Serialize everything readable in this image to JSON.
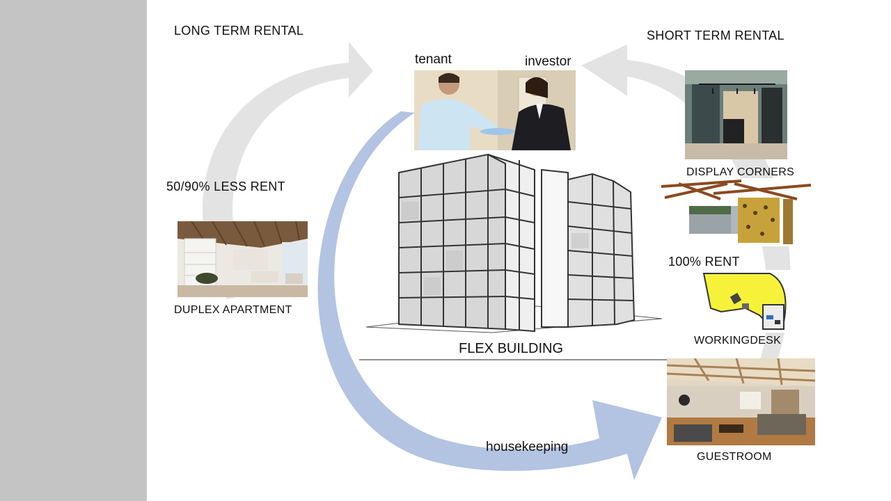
{
  "labels": {
    "long_term_rental": "LONG TERM RENTAL",
    "short_term_rental": "SHORT TERM RENTAL",
    "tenant": "tenant",
    "investor": "investor",
    "less_rent": "50/90% LESS RENT",
    "duplex_apartment": "DUPLEX APARTMENT",
    "display_corners": "DISPLAY CORNERS",
    "full_rent": "100% RENT",
    "working_desk": "WORKINGDESK",
    "flex_building": "FLEX BUILDING",
    "housekeeping": "housekeeping",
    "guestroom": "GUESTROOM"
  },
  "colors": {
    "side_bar": "#c4c4c4",
    "grey_arrow": "#e3e3e3",
    "blue_arrow": "#b3c3e2"
  }
}
